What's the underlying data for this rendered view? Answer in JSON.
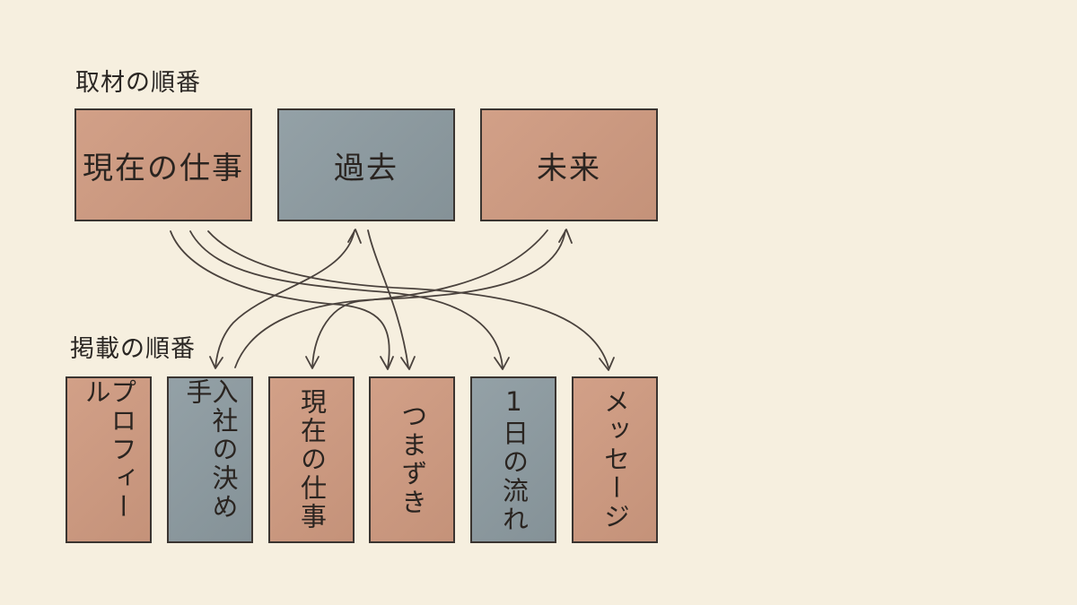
{
  "labels": {
    "top": "取材の順番",
    "bottom": "掲載の順番"
  },
  "interview_boxes": [
    {
      "label": "現在の仕事",
      "tone": "warm"
    },
    {
      "label": "過去",
      "tone": "cool"
    },
    {
      "label": "未来",
      "tone": "warm"
    }
  ],
  "publish_boxes": [
    {
      "label": "プロフィール",
      "tone": "warm"
    },
    {
      "label": "入社の決め手",
      "tone": "cool"
    },
    {
      "label": "現在の仕事",
      "tone": "warm"
    },
    {
      "label": "つまずき",
      "tone": "warm"
    },
    {
      "label": "1日の流れ",
      "tone": "cool"
    },
    {
      "label": "メッセージ",
      "tone": "warm"
    }
  ],
  "colors": {
    "background": "#f6efdf",
    "warm_box": "#cf9a80",
    "cool_box": "#8d9ba1",
    "ink": "#3a3430"
  }
}
